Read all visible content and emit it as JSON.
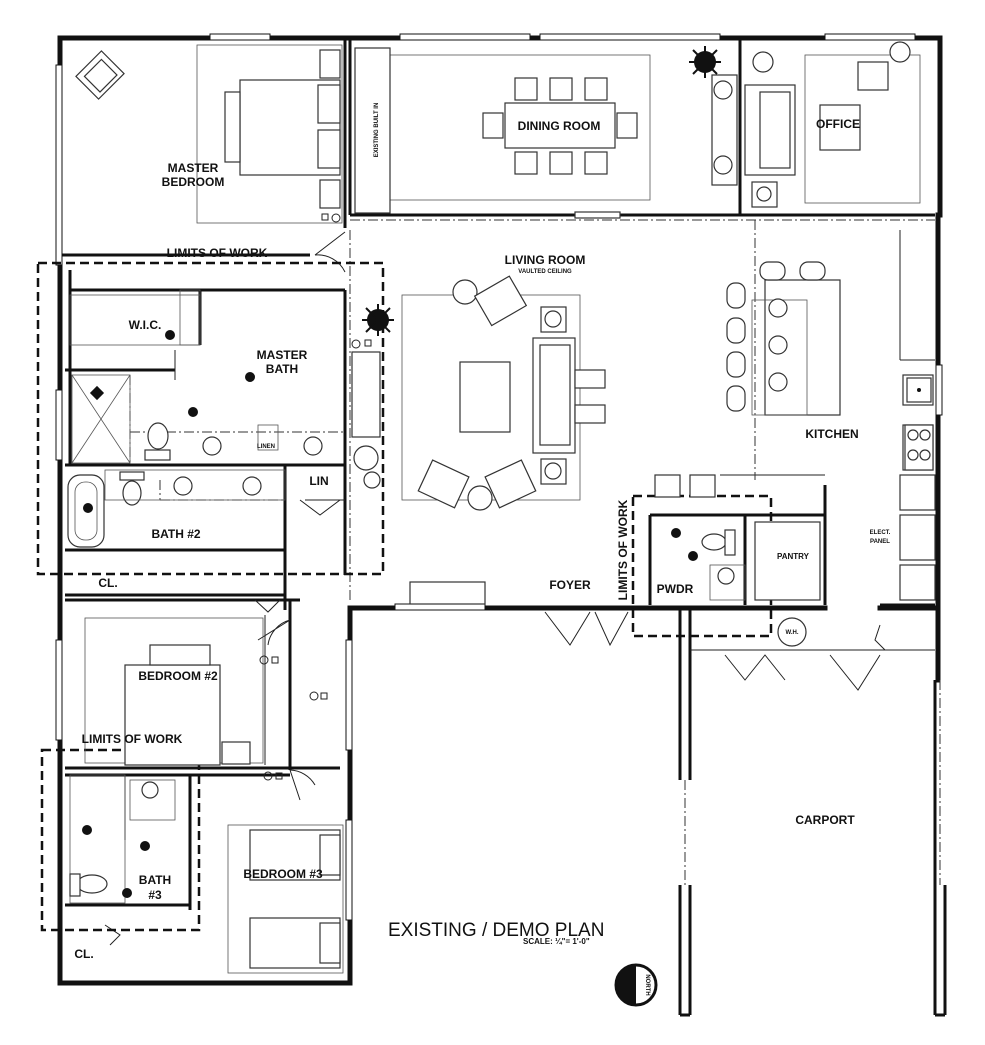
{
  "rooms": {
    "master_bedroom_1": "MASTER",
    "master_bedroom_2": "BEDROOM",
    "dining_room": "DINING ROOM",
    "office": "OFFICE",
    "existing_built_in": "EXISTING BUILT IN",
    "living_room": "LIVING ROOM",
    "living_room_sub": "VAULTED CEILING",
    "wic": "W.I.C.",
    "master_bath_1": "MASTER",
    "master_bath_2": "BATH",
    "linen": "LINEN",
    "lin": "LIN",
    "bath2": "BATH #2",
    "cl_1": "CL.",
    "kitchen": "KITCHEN",
    "elect_panel_1": "ELECT.",
    "elect_panel_2": "PANEL",
    "pantry": "PANTRY",
    "pwdr": "PWDR",
    "foyer": "FOYER",
    "wh": "W.H.",
    "bedroom2": "BEDROOM #2",
    "bedroom3": "BEDROOM #3",
    "bath3_1": "BATH",
    "bath3_2": "#3",
    "cl_2": "CL.",
    "carport": "CARPORT"
  },
  "limits_of_work": {
    "top": "LIMITS OF WORK",
    "pwdr": "LIMITS OF WORK",
    "bath3": "LIMITS OF WORK"
  },
  "plan_title": "EXISTING / DEMO PLAN",
  "scale": "SCALE: ¼\"= 1'-0\"",
  "north_label": "NORTH",
  "icons": [
    "north-arrow-icon",
    "plant-icon",
    "toilet-icon",
    "sink-icon",
    "bathtub-icon",
    "bed-icon",
    "chair-icon",
    "range-icon"
  ]
}
